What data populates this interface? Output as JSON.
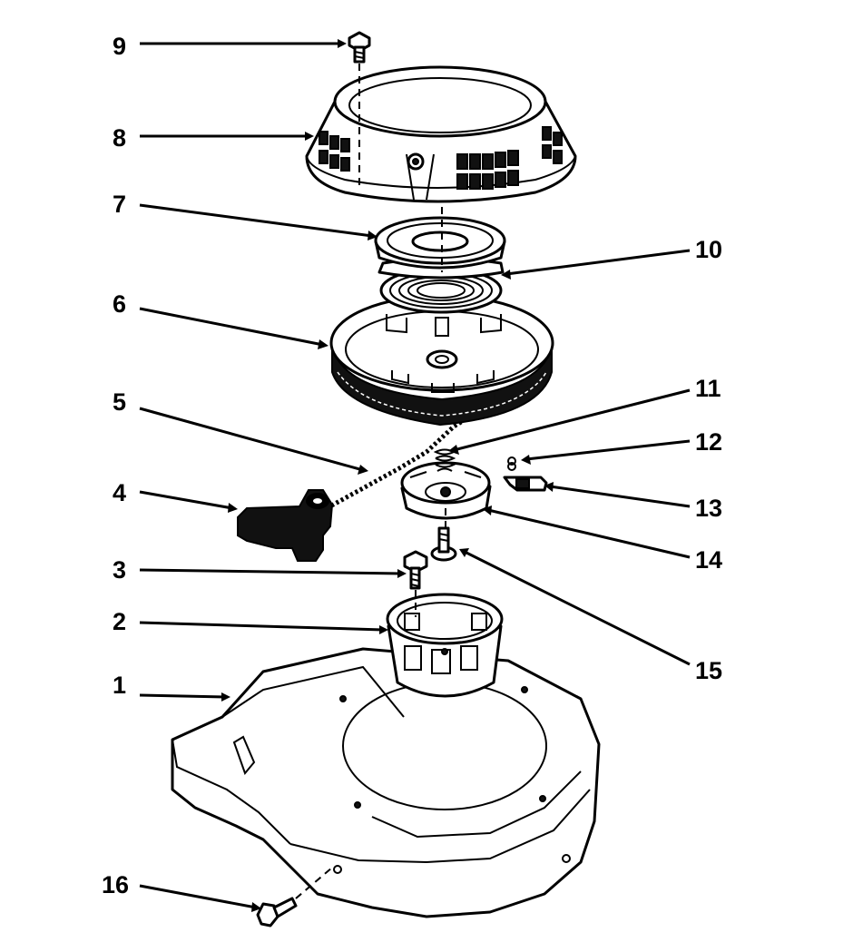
{
  "callouts": [
    {
      "id": "label-9",
      "text": "9"
    },
    {
      "id": "label-8",
      "text": "8"
    },
    {
      "id": "label-7",
      "text": "7"
    },
    {
      "id": "label-10",
      "text": "10"
    },
    {
      "id": "label-6",
      "text": "6"
    },
    {
      "id": "label-11",
      "text": "11"
    },
    {
      "id": "label-5",
      "text": "5"
    },
    {
      "id": "label-12",
      "text": "12"
    },
    {
      "id": "label-4",
      "text": "4"
    },
    {
      "id": "label-13",
      "text": "13"
    },
    {
      "id": "label-14",
      "text": "14"
    },
    {
      "id": "label-3",
      "text": "3"
    },
    {
      "id": "label-2",
      "text": "2"
    },
    {
      "id": "label-15",
      "text": "15"
    },
    {
      "id": "label-1",
      "text": "1"
    },
    {
      "id": "label-16",
      "text": "16"
    }
  ]
}
